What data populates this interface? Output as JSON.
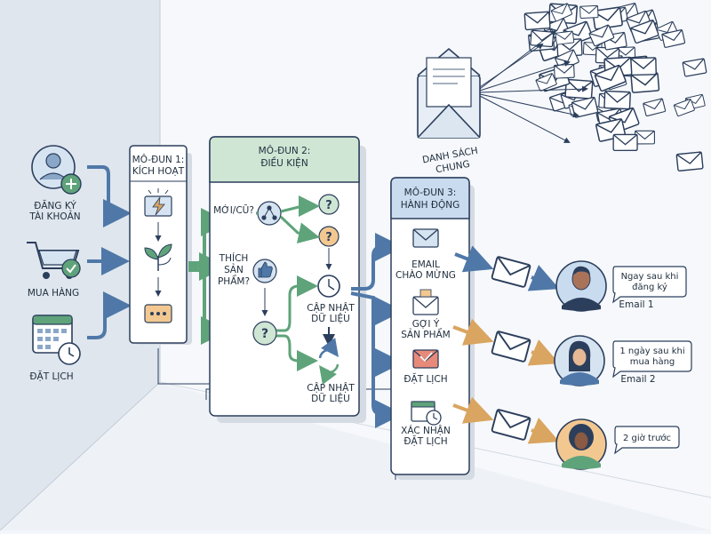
{
  "triggers": {
    "signup": "ĐĂNG KÝ TÀI KHOẢN",
    "purchase": "MUA HÀNG",
    "booking": "ĐẶT LỊCH"
  },
  "module1": {
    "title_line1": "MÔ-ĐUN 1:",
    "title_line2": "KÍCH HOẠT"
  },
  "module2": {
    "title_line1": "MÔ-ĐUN 2:",
    "title_line2": "ĐIỀU KIỆN",
    "new_old": "MỚI/CŨ?",
    "like_line1": "THÍCH",
    "like_line2": "SẢN",
    "like_line3": "PHẨM?",
    "update1_line1": "CẬP NHẬT",
    "update1_line2": "DỮ LIỆU",
    "update2_line1": "CẬP NHẬT",
    "update2_line2": "DỮ LIỆU"
  },
  "module3": {
    "title_line1": "MÔ-ĐUN 3:",
    "title_line2": "HÀNH ĐỘNG",
    "welcome_line1": "EMAIL",
    "welcome_line2": "CHÀO MỪNG",
    "suggest_line1": "GỢI Ý",
    "suggest_line2": "SẢN PHẨM",
    "booking": "ĐẶT LỊCH",
    "confirm_line1": "XÁC NHẬN",
    "confirm_line2": "ĐẶT LỊCH"
  },
  "list": {
    "line1": "DANH SÁCH",
    "line2": "CHUNG"
  },
  "recipients": [
    {
      "bubble_line1": "Ngay sau khi",
      "bubble_line2": "đăng ký",
      "email": "Email 1"
    },
    {
      "bubble_line1": "1 ngày sau khi",
      "bubble_line2": "mua hàng",
      "email": "Email 2"
    },
    {
      "bubble_line1": "2 giờ trước",
      "bubble_line2": ""
    }
  ],
  "colors": {
    "blue": "#4f78a8",
    "green": "#5fa37a",
    "orange": "#d9a560",
    "navy": "#2b3e5c",
    "module2_header": "#cfe6d4",
    "module3_header": "#c9dbee"
  }
}
